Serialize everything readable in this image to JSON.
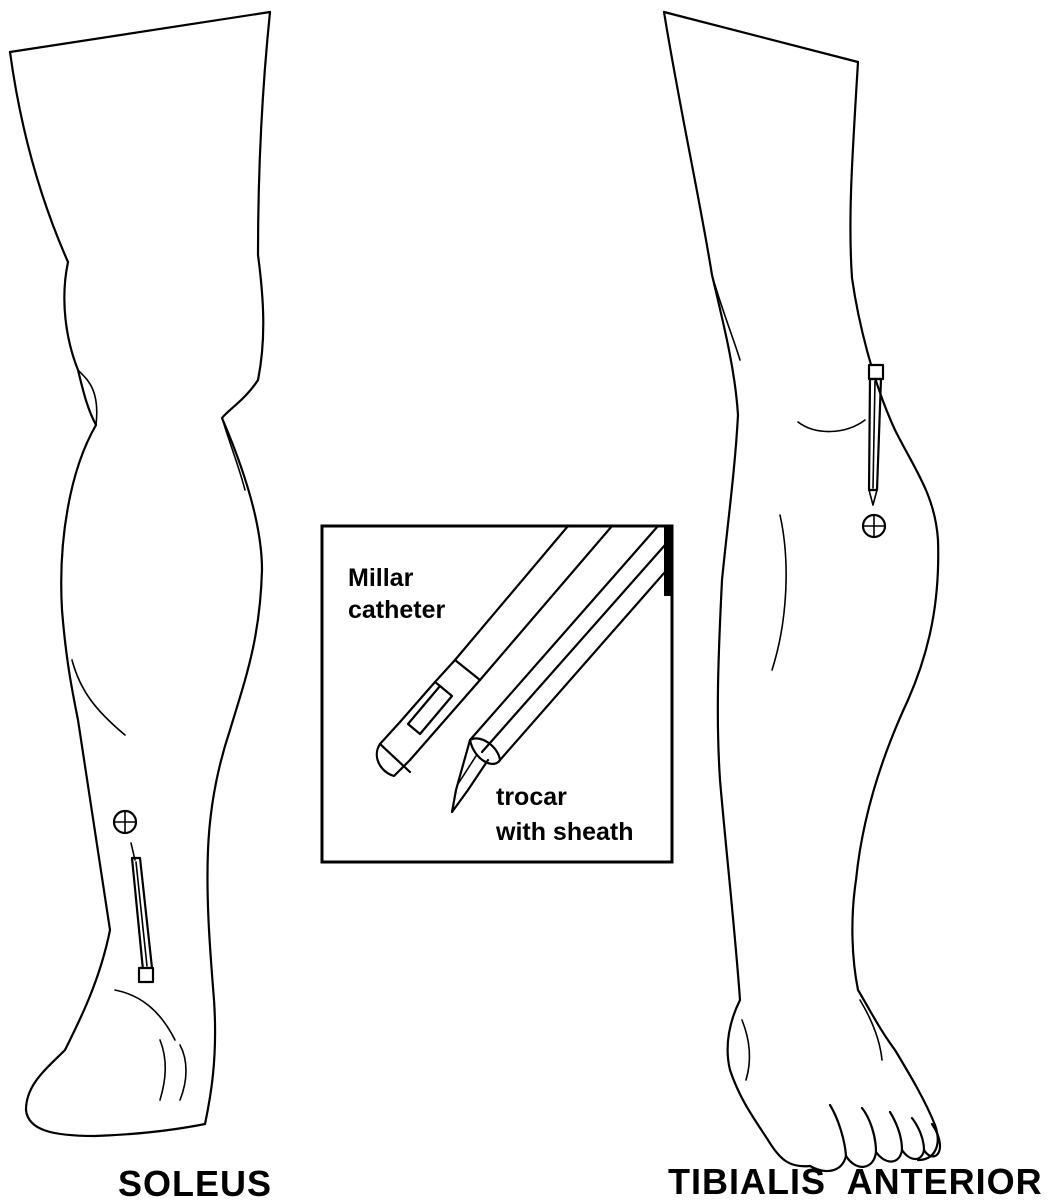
{
  "labels": {
    "soleus": "SOLEUS",
    "tibialis_anterior": "TIBIALIS  ANTERIOR"
  },
  "inset": {
    "catheter_label_line1": "Millar",
    "catheter_label_line2": "catheter",
    "trocar_label_line1": "trocar",
    "trocar_label_line2": "with sheath"
  }
}
